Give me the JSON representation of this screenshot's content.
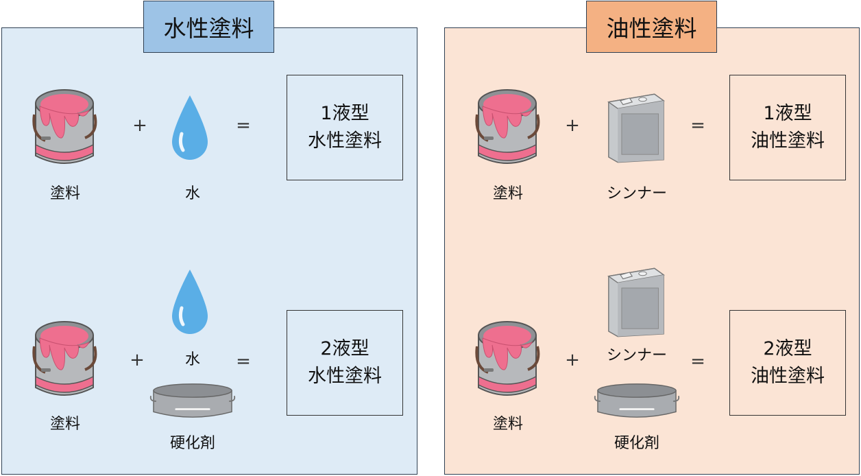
{
  "water_panel": {
    "title": "水性塗料",
    "row1": {
      "paint_label": "塗料",
      "plus": "+",
      "additive_label": "水",
      "equals": "=",
      "result_line1": "1液型",
      "result_line2": "水性塗料"
    },
    "row2": {
      "paint_label": "塗料",
      "plus": "+",
      "additive_label": "水",
      "hardener_label": "硬化剤",
      "equals": "=",
      "result_line1": "2液型",
      "result_line2": "水性塗料"
    }
  },
  "oil_panel": {
    "title": "油性塗料",
    "row1": {
      "paint_label": "塗料",
      "plus": "+",
      "additive_label": "シンナー",
      "equals": "=",
      "result_line1": "1液型",
      "result_line2": "油性塗料"
    },
    "row2": {
      "paint_label": "塗料",
      "plus": "+",
      "additive_label": "シンナー",
      "hardener_label": "硬化剤",
      "equals": "=",
      "result_line1": "2液型",
      "result_line2": "油性塗料"
    }
  },
  "colors": {
    "water_bg": "#deebf6",
    "water_title": "#9dc3e6",
    "oil_bg": "#fbe4d5",
    "oil_title": "#f4b183",
    "paint_pink": "#ee6f8f",
    "droplet_blue": "#5aaee6",
    "can_gray": "#a9acb0"
  },
  "icons": {
    "paint": "paint-bucket-icon",
    "water": "water-drop-icon",
    "thinner": "thinner-can-icon",
    "hardener": "hardener-can-icon"
  }
}
